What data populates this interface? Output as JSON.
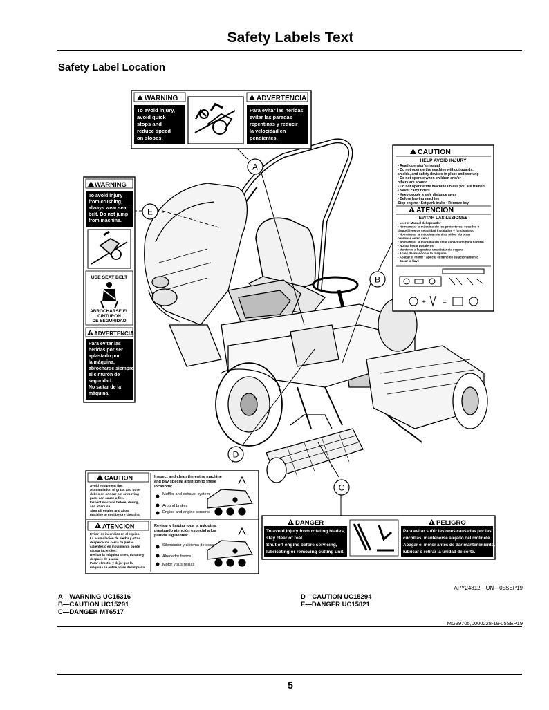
{
  "page": {
    "title": "Safety Labels Text",
    "section_title": "Safety Label Location",
    "page_number": "5"
  },
  "figure": {
    "figure_code": "APY24812—UN—05SEP19",
    "callouts": [
      "A",
      "B",
      "C",
      "D",
      "E"
    ],
    "label_a": {
      "warning_header": "WARNING",
      "warning_lines": [
        "To avoid injury,",
        "avoid quick",
        "stops and",
        "reduce speed",
        "on slopes."
      ],
      "advertencia_header": "ADVERTENCIA",
      "advertencia_lines": [
        "Para evitar las heridas,",
        "evitar las paradas",
        "repentinas y reducir",
        "la velocidad en",
        "pendientes."
      ]
    },
    "label_e": {
      "warning_header": "WARNING",
      "warning_lines": [
        "To avoid injury",
        "from crushing,",
        "always wear seat",
        "belt. Do not jump",
        "from machine."
      ],
      "seat_belt_caption": "USE SEAT BELT",
      "seat_belt_caption_es": [
        "ABROCHARSE EL",
        "CINTURON",
        "DE SEGURIDAD"
      ],
      "advertencia_header": "ADVERTENCIA",
      "advertencia_lines": [
        "Para evitar las",
        "heridas por ser",
        "aplastado por",
        "la máquina,",
        "abrocharse siempre",
        "el cinturón de",
        "seguridad.",
        "No saltar de la",
        "máquina."
      ]
    },
    "label_b": {
      "caution_header": "CAUTION",
      "caution_subheader": "HELP AVOID INJURY",
      "caution_lines": [
        "• Read operator's manual",
        "• Do not operate the machine without guards,",
        "  shields, and safety devices in place and working",
        "• Do not operate when children and/or",
        "  others are around",
        "• Do not operate the machine unless you are trained",
        "• Never carry riders",
        "• Keep people a safe distance away",
        "• Before leaving machine:",
        "  Stop engine · Set park brake · Remove key"
      ],
      "atencion_header": "ATENCION",
      "atencion_subheader": "EVITAR LAS LESIONES",
      "atencion_lines": [
        "• Leer el Manual del operador",
        "• No manejar la máquina sin los protectores, escudos y",
        "  dispositivos de seguridad instalados y funcionando",
        "• No manejar la máquina mientras niños y/u otras",
        "  personas estén cerca",
        "• No manejar la máquina sin estar capacitado para hacerlo",
        "• Nunca llevar pasajeros",
        "• Mantener a la gente a una distancia segura",
        "• Antes de abandonar la máquina:",
        "  - Apagar el motor · Aplicar el freno de estacionamiento",
        "  - Sacar la llave"
      ]
    },
    "label_d": {
      "caution_header": "CAUTION",
      "caution_lines": [
        "Avoid equipment fire.",
        "Accumulation of grass and other",
        "debris on or near hot or moving",
        "parts can cause a fire.",
        "Inspect machine before, during,",
        "and after use.",
        "Shut off engine and allow",
        "machine to cool before cleaning."
      ],
      "caution_intro": [
        "Inspect and clean the entire machine",
        "and pay special attention to these",
        "locations:"
      ],
      "caution_items": [
        "Muffler and exhaust system",
        "Around brakes",
        "Engine and engine screens"
      ],
      "atencion_header": "ATENCION",
      "atencion_lines": [
        "Evitar los incendios en el equipo.",
        "La acumulación de hierba y otros",
        "desperdicios cerca de piezas",
        "calientes o en movimiento puede",
        "causar incendios.",
        "Revisar la máquina antes, durante y",
        "después de usarla.",
        "Parar el motor y dejar que la",
        "máquina se enfríe antes de limpiarla."
      ],
      "atencion_intro": [
        "Revisar y limpiar toda la máquina,",
        "prestando atención especial a los",
        "puntos siguientes:"
      ],
      "atencion_items": [
        "Silenciador y sistema de escape",
        "Alrededor frenos",
        "Motor y sus rejillas"
      ]
    },
    "label_c": {
      "danger_header": "DANGER",
      "danger_lines": [
        "To avoid injury from rotating blades,",
        "stay clear of reel.",
        "Shut off engine before servicing,",
        "lubricating or removing cutting unit."
      ],
      "peligro_header": "PELIGRO",
      "peligro_lines": [
        "Para evitar sufrir lesiones causadas por las",
        "cuchillas, mantenerse alejado del molinete.",
        "Apagar el motor antes de dar mantenimiento,",
        "lubricar o retirar la unidad de corte."
      ]
    }
  },
  "legend": {
    "left": [
      "A—WARNING UC15316",
      "B—CAUTION UC15291",
      "C—DANGER MT6517"
    ],
    "right": [
      "D—CAUTION UC15294",
      "E—DANGER UC15821"
    ]
  },
  "document_code": "MG39705,0000228-19-05SEP19",
  "icons": [
    "warning-triangle-icon",
    "rollover-pictogram-icon",
    "seat-belt-operator-icon",
    "reel-hand-hazard-icon",
    "fire-hazard-machine-icon"
  ]
}
